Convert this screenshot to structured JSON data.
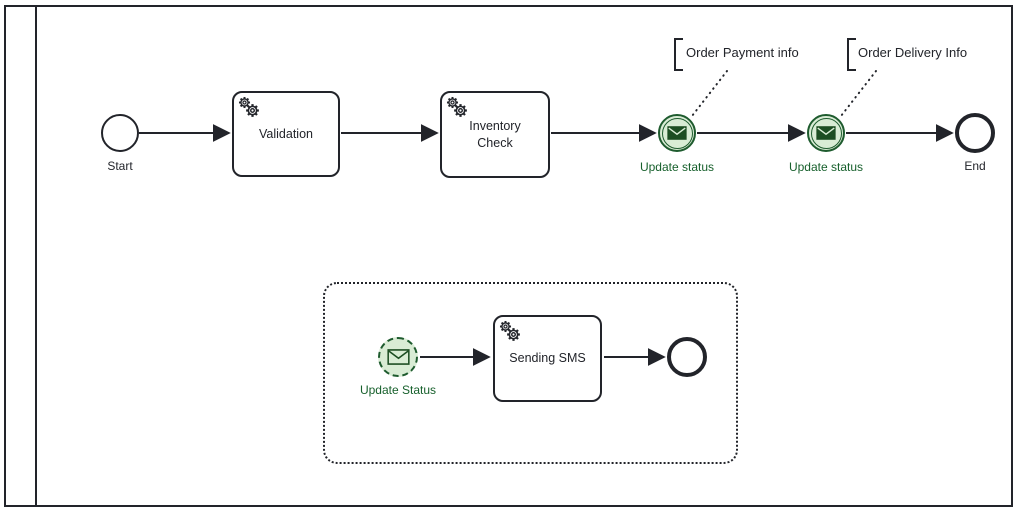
{
  "diagram": {
    "type": "bpmn-process",
    "colors": {
      "stroke": "#22242a",
      "event_green_stroke": "#1e5b2e",
      "event_green_fill": "#d9ecd5",
      "envelope_green": "#1d4e23",
      "event_label_green": "#17602c"
    },
    "nodes": {
      "start": {
        "label": "Start",
        "type": "start-event"
      },
      "validation": {
        "label": "Validation",
        "type": "service-task",
        "icon": "gear-icon"
      },
      "inventory_check": {
        "label": "Inventory Check",
        "type": "service-task",
        "icon": "gear-icon"
      },
      "update_status_1": {
        "label": "Update status",
        "type": "message-intermediate-event",
        "icon": "envelope-icon"
      },
      "update_status_2": {
        "label": "Update status",
        "type": "message-intermediate-event",
        "icon": "envelope-icon"
      },
      "end": {
        "label": "End",
        "type": "end-event"
      },
      "sub_update_status": {
        "label": "Update Status",
        "type": "message-start-event-non-interrupting",
        "icon": "envelope-icon"
      },
      "sending_sms": {
        "label": "Sending SMS",
        "type": "service-task",
        "icon": "gear-icon"
      },
      "sub_end": {
        "type": "end-event"
      }
    },
    "annotations": {
      "payment": {
        "text": "Order Payment info"
      },
      "delivery": {
        "text": "Order Delivery Info"
      }
    },
    "containers": {
      "event_subprocess": {
        "border": "dotted"
      },
      "pool": {
        "label": ""
      }
    }
  }
}
